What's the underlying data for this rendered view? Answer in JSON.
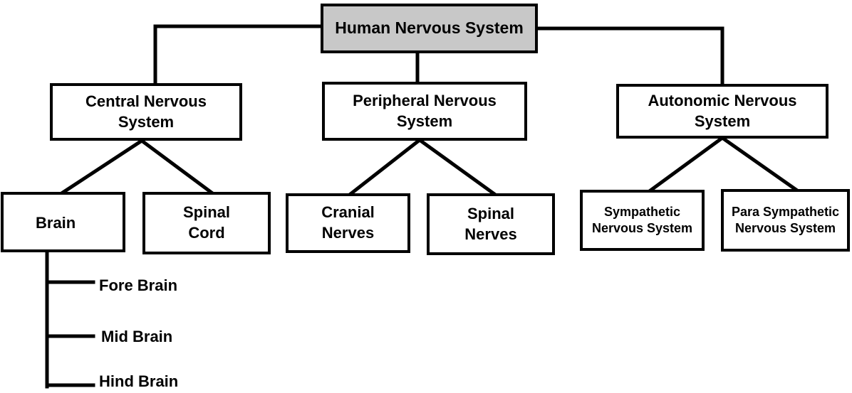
{
  "diagram": {
    "root": {
      "label": "Human Nervous System"
    },
    "branches": [
      {
        "label": "Central Nervous\nSystem",
        "children": [
          {
            "label": "Brain"
          },
          {
            "label": "Spinal\nCord"
          }
        ]
      },
      {
        "label": "Peripheral Nervous\nSystem",
        "children": [
          {
            "label": "Cranial\nNerves"
          },
          {
            "label": "Spinal\nNerves"
          }
        ]
      },
      {
        "label": "Autonomic Nervous\nSystem",
        "children": [
          {
            "label": "Sympathetic\nNervous System"
          },
          {
            "label": "Para Sympathetic\nNervous System"
          }
        ]
      }
    ],
    "brain_parts": [
      "Fore Brain",
      "Mid Brain",
      "Hind Brain"
    ]
  },
  "colors": {
    "root_fill": "#c8c8c8",
    "box_fill": "#ffffff",
    "line": "#000000",
    "text": "#000000"
  }
}
